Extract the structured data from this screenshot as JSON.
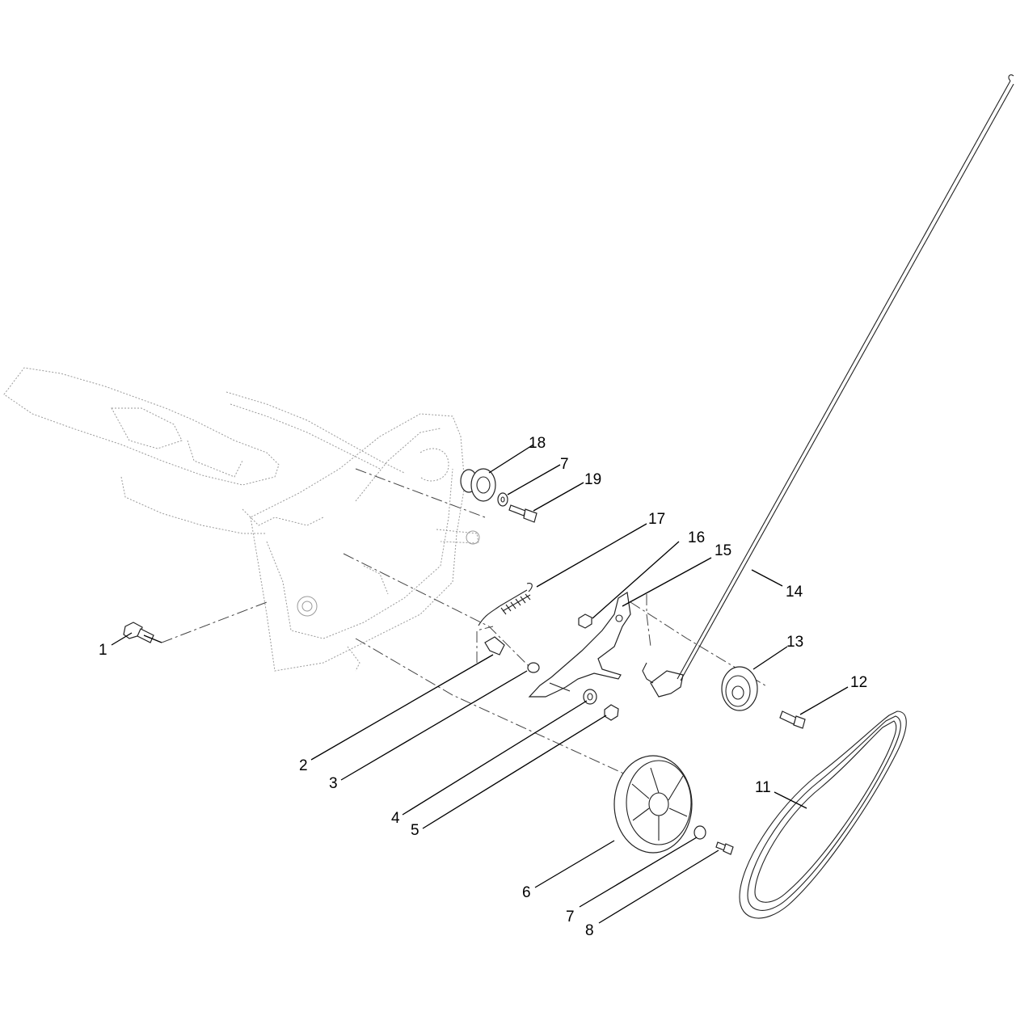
{
  "callouts": [
    {
      "id": "c1",
      "label": "1"
    },
    {
      "id": "c2",
      "label": "2"
    },
    {
      "id": "c3",
      "label": "3"
    },
    {
      "id": "c4",
      "label": "4"
    },
    {
      "id": "c5",
      "label": "5"
    },
    {
      "id": "c6",
      "label": "6"
    },
    {
      "id": "c7a",
      "label": "7"
    },
    {
      "id": "c7b",
      "label": "7"
    },
    {
      "id": "c8",
      "label": "8"
    },
    {
      "id": "c11",
      "label": "11"
    },
    {
      "id": "c12",
      "label": "12"
    },
    {
      "id": "c13",
      "label": "13"
    },
    {
      "id": "c14",
      "label": "14"
    },
    {
      "id": "c15",
      "label": "15"
    },
    {
      "id": "c16",
      "label": "16"
    },
    {
      "id": "c17",
      "label": "17"
    },
    {
      "id": "c18",
      "label": "18"
    },
    {
      "id": "c19",
      "label": "19"
    }
  ],
  "colors": {
    "line": "#222222",
    "ghost": "#9a9a9a",
    "background": "#ffffff"
  }
}
